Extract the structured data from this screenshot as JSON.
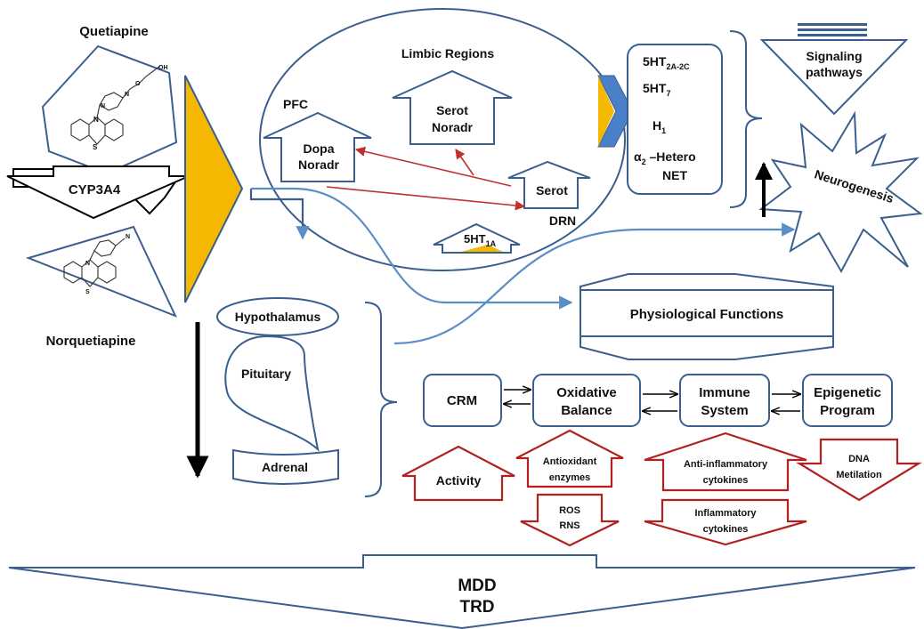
{
  "drugs": {
    "quetiapine": "Quetiapine",
    "enzyme": "CYP3A4",
    "norquetiapine": "Norquetiapine"
  },
  "brain": {
    "title": "Limbic Regions",
    "pfc": "PFC",
    "dopa_line1": "Dopa",
    "dopa_line2": "Noradr",
    "serot_top_line1": "Serot",
    "serot_top_line2": "Noradr",
    "serot": "Serot",
    "drn": "DRN",
    "ht1a": "5HT",
    "ht1a_sub": "1A"
  },
  "receptors": {
    "r1": "5HT",
    "r1_sub": "2A-2C",
    "r2": "5HT",
    "r2_sub": "7",
    "r3": "H",
    "r3_sub": "1",
    "r4_prefix": "α",
    "r4_sub": "2",
    "r4_suffix": " –Hetero",
    "r5": "NET"
  },
  "signaling": {
    "line1": "Signaling",
    "line2": "pathways"
  },
  "neurogenesis": "Neurogenesis",
  "hpa": {
    "hypothalamus": "Hypothalamus",
    "pituitary": "Pituitary",
    "adrenal": "Adrenal"
  },
  "physiological": "Physiological Functions",
  "processes": {
    "crm": "CRM",
    "oxidative_line1": "Oxidative",
    "oxidative_line2": "Balance",
    "immune_line1": "Immune",
    "immune_line2": "System",
    "epigenetic_line1": "Epigenetic",
    "epigenetic_line2": "Program"
  },
  "effects": {
    "activity": "Activity",
    "antioxidant_line1": "Antioxidant",
    "antioxidant_line2": "enzymes",
    "ros_line1": "ROS",
    "ros_line2": "RNS",
    "antiinflam_line1": "Anti-inflammatory",
    "antiinflam_line2": "cytokines",
    "inflam_line1": "Inflammatory",
    "inflam_line2": "cytokines",
    "dna_line1": "DNA",
    "dna_line2": "Metilation"
  },
  "outcome": {
    "line1": "MDD",
    "line2": "TRD"
  },
  "colors": {
    "orange": "#f5b800",
    "blue_outline": "#3a5f8f",
    "arrow_blue": "#5b8ec6",
    "red": "#b32020",
    "black": "#000000"
  }
}
